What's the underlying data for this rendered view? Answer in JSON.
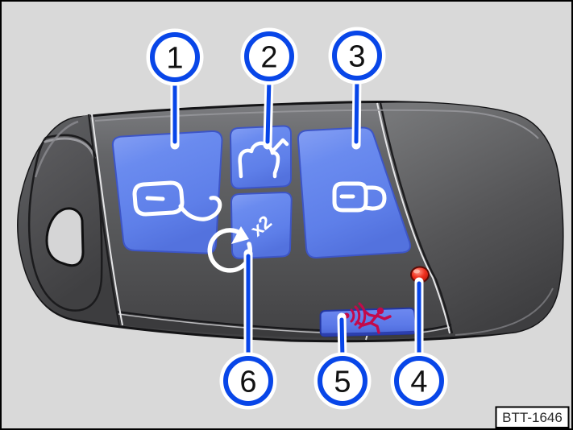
{
  "figure": {
    "type": "labeled-illustration",
    "subject": "vehicle remote control key with buttons",
    "id_label": "BTT-1646",
    "background_color": "#d9d9d9",
    "callout_color": "#0846e8",
    "button_color": "#6486ee",
    "panic_icon_color": "#c30a4b",
    "led_color": "#e82818",
    "body_color": "#57585a"
  },
  "callouts": [
    {
      "number": "1",
      "target": "unlock-button"
    },
    {
      "number": "2",
      "target": "tailgate-release-button"
    },
    {
      "number": "3",
      "target": "lock-button"
    },
    {
      "number": "4",
      "target": "indicator-led"
    },
    {
      "number": "5",
      "target": "panic-alarm-button"
    },
    {
      "number": "6",
      "target": "double-press-button"
    }
  ],
  "buttons": {
    "double_press_icon_text": "x2"
  }
}
